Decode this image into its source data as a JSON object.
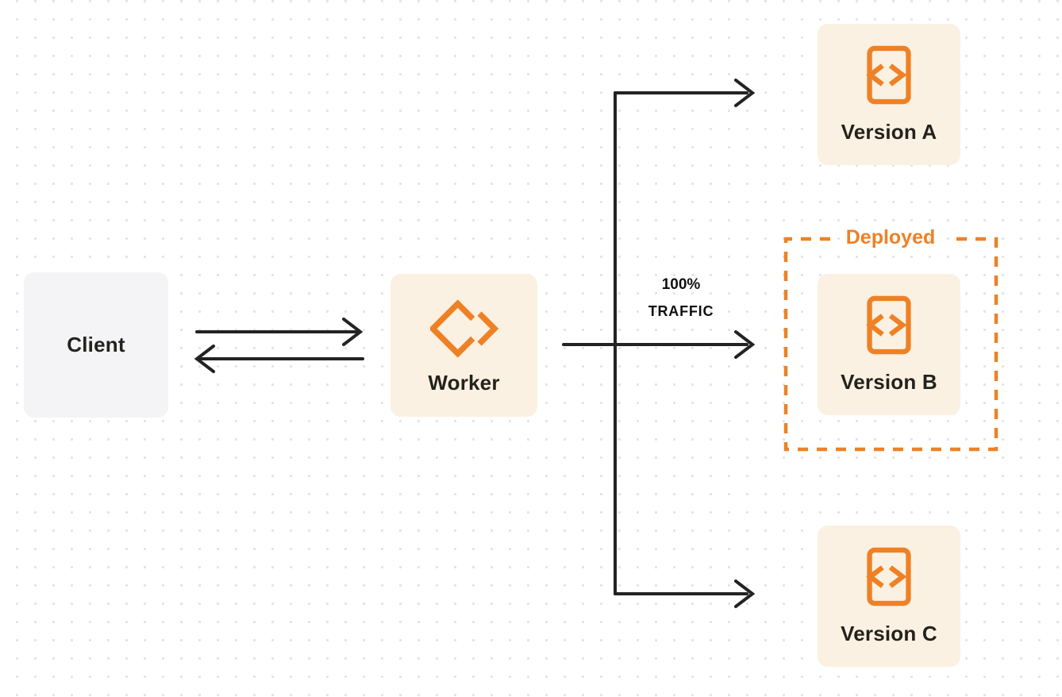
{
  "client": {
    "label": "Client"
  },
  "worker": {
    "label": "Worker"
  },
  "traffic_label": {
    "line1": "100%",
    "line2": "TRAFFIC"
  },
  "deployed_box": {
    "label": "Deployed"
  },
  "versions": [
    {
      "label": "Version A"
    },
    {
      "label": "Version B"
    },
    {
      "label": "Version C"
    }
  ],
  "colors": {
    "accent_orange": "#EE8125",
    "node_background_cream": "#FBF1E2",
    "client_background_gray": "#F4F4F6",
    "arrow_black": "#232323",
    "label_text": "#23221D",
    "dot_grid": "#E3E3E6",
    "page_background": "#FFFFFF"
  }
}
